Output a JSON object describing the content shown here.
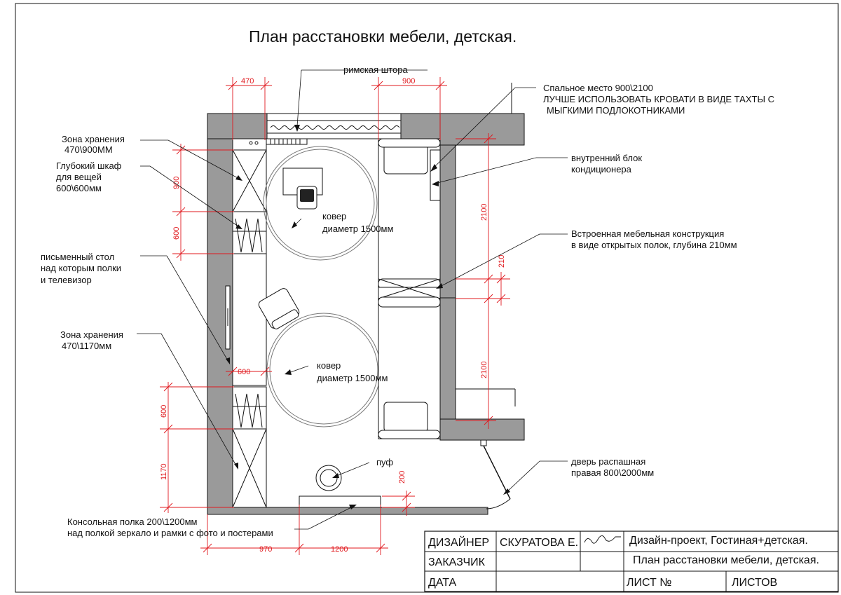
{
  "title": "План расстановки мебели, детская.",
  "annotations": {
    "roman_blind": "римская штора",
    "sleeping_place_1": "Спальное место 900\\2100",
    "sleeping_place_2": "ЛУЧШЕ ИСПОЛЬЗОВАТЬ КРОВАТИ В ВИДЕ ТАХТЫ С",
    "sleeping_place_3": "МЫГКИМИ ПОДЛОКОТНИКАМИ",
    "storage_top_1": "Зона хранения",
    "storage_top_2": "470\\900ММ",
    "wardrobe_1": "Глубокий шкаф",
    "wardrobe_2": "для вещей",
    "wardrobe_3": "600\\600мм",
    "ac_1": "внутренний блок",
    "ac_2": "кондиционера",
    "rug_top_1": "ковер",
    "rug_top_2": "диаметр 1500мм",
    "builtin_1": "Встроенная мебельная конструкция",
    "builtin_2": "в виде открытых полок, глубина 210мм",
    "desk_1": "письменный стол",
    "desk_2": "над которым полки",
    "desk_3": "и телевизор",
    "storage_bottom_1": "Зона хранения",
    "storage_bottom_2": "470\\1170мм",
    "rug_bottom_1": "ковер",
    "rug_bottom_2": "диаметр 1500мм",
    "pouf": "пуф",
    "door_1": "дверь распашная",
    "door_2": "правая 800\\2000мм",
    "console_1": "Консольная полка 200\\1200мм",
    "console_2": "над полкой зеркало и рамки с фото и постерами"
  },
  "dimensions": {
    "d470": "470",
    "d900_top": "900",
    "d900_left": "900",
    "d600_left_top": "600",
    "d2100_top": "2100",
    "d210": "210",
    "d2100_bottom": "2100",
    "d600_desk": "600",
    "d600_left_bottom": "600",
    "d1170": "1170",
    "d200": "200",
    "d970": "970",
    "d1200": "1200"
  },
  "title_block": {
    "designer_label": "ДИЗАЙНЕР",
    "designer_name": "СКУРАТОВА Е.",
    "project": "Дизайн-проект, Гостиная+детская.",
    "customer_label": "ЗАКАЗЧИК",
    "sheet_title": "План расстановки мебели, детская.",
    "date_label": "ДАТА",
    "sheet_label": "ЛИСТ №",
    "sheets_label": "ЛИСТОВ"
  },
  "colors": {
    "wall": "#9a9a9a",
    "dimension": "#e0181d",
    "line": "#111111"
  }
}
